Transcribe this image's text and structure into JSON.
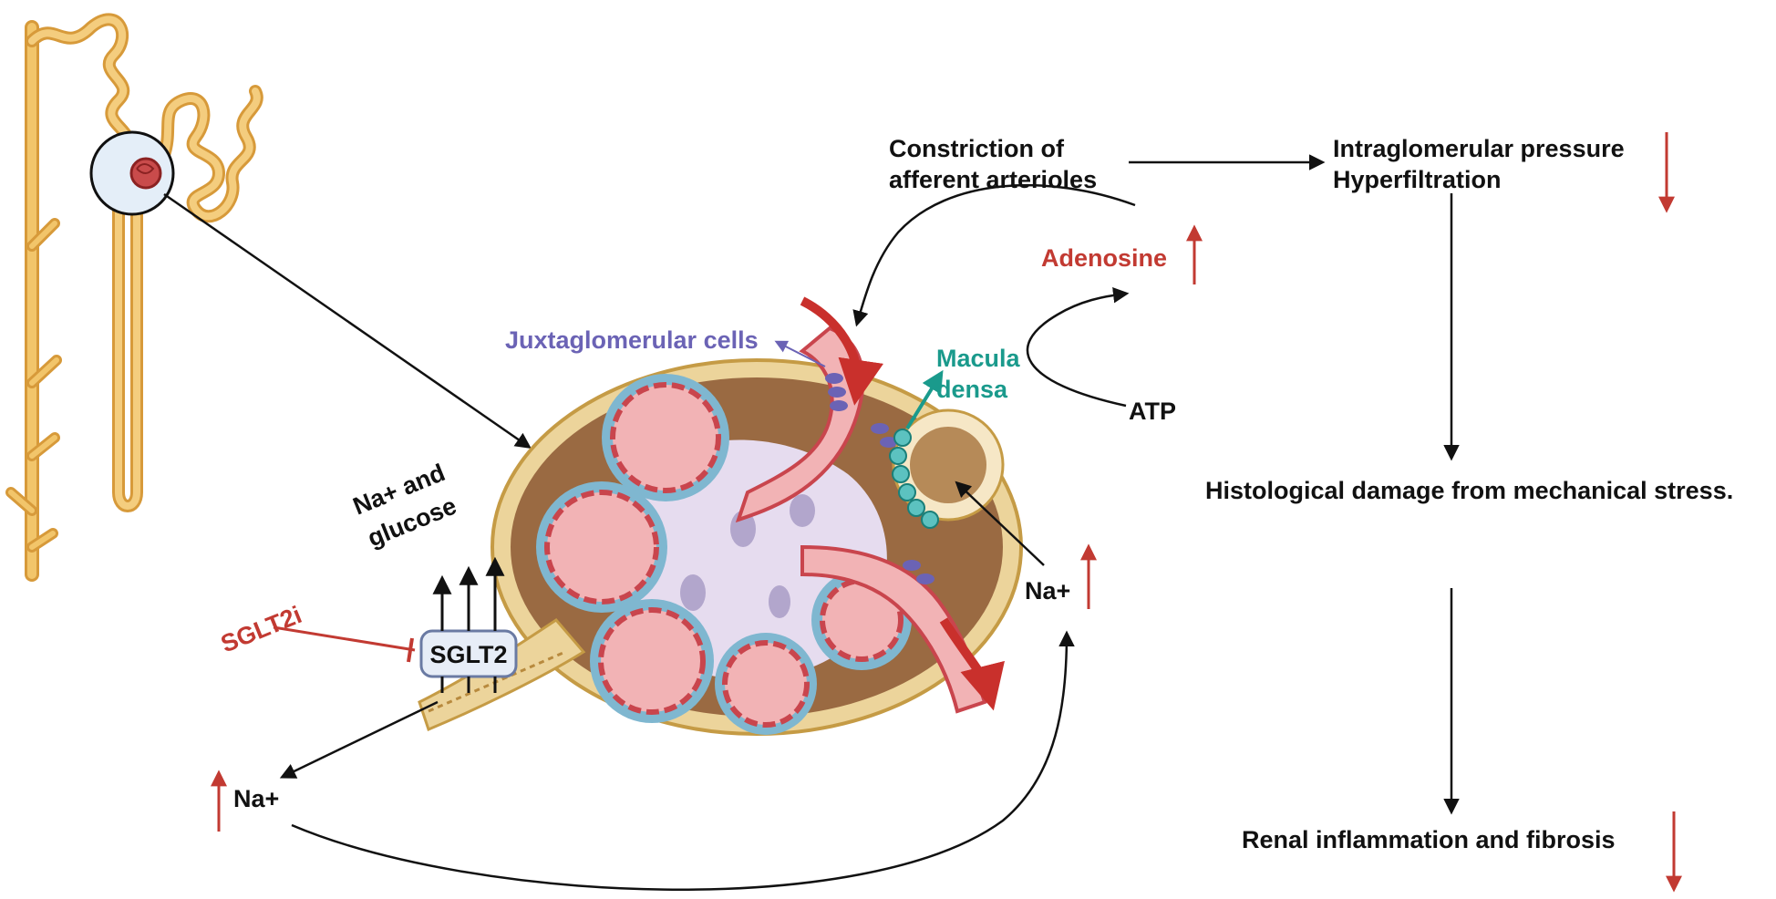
{
  "colors": {
    "tubule": "#f0c060",
    "tubule_edge": "#d79a3a",
    "capsule_outer": "#e8c987",
    "capsule_space": "#9a6a42",
    "mesangium": "#e6dcef",
    "podocyte": "#7fb7d0",
    "capillary": "#f2b3b5",
    "capillary_edge": "#c9454d",
    "juxtaglomerular": "#6b63b5",
    "macula_densa": "#1a9a8c",
    "arrow_black": "#111111",
    "arrow_red": "#c23a32",
    "inhibition_red": "#c23a32"
  },
  "icons": {
    "increase": "red-up-arrow-icon",
    "decrease": "red-down-arrow-icon",
    "inhibition": "inhibition-bar-icon"
  },
  "labels": {
    "constriction_line1": "Constriction of",
    "constriction_line2": "afferent arterioles",
    "pressure_line1": "Intraglomerular pressure",
    "pressure_line2": "Hyperfiltration",
    "adenosine": "Adenosine",
    "atp": "ATP",
    "juxtaglomerular": "Juxtaglomerular cells",
    "macula_line1": "Macula",
    "macula_line2": "densa",
    "histological": "Histological damage from mechanical stress.",
    "inflammation": "Renal inflammation and fibrosis",
    "na_glucose_line1": "Na+ and",
    "na_glucose_line2": "glucose",
    "sglt2": "SGLT2",
    "sglt2i": "SGLT2i",
    "na_right": "Na+",
    "na_left": "Na+"
  }
}
